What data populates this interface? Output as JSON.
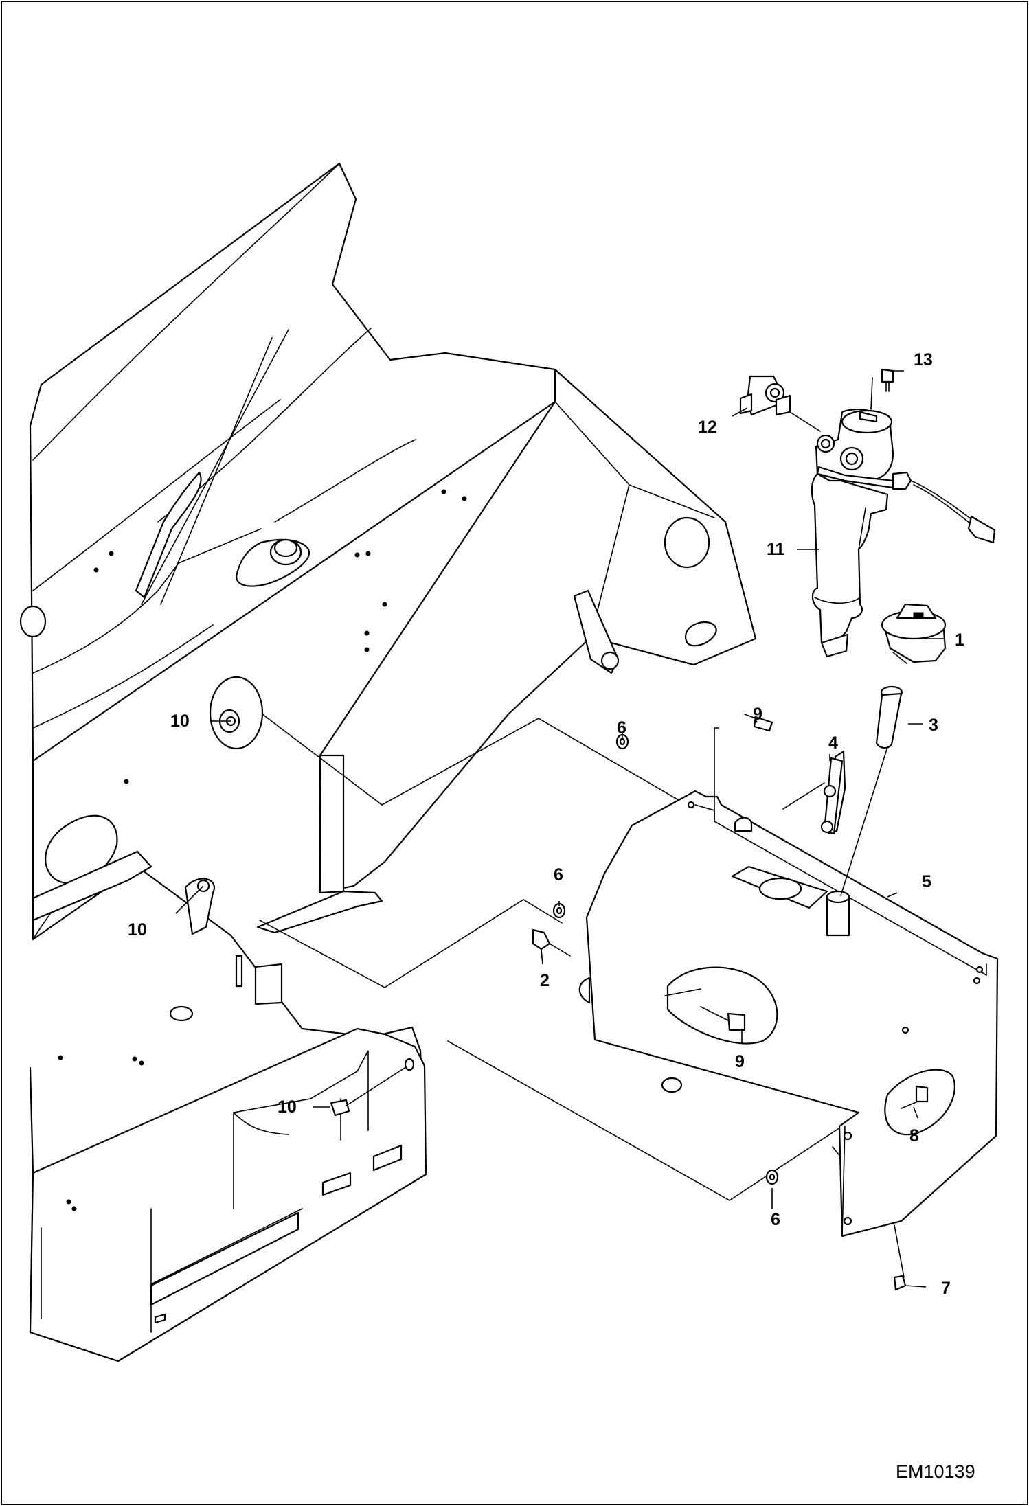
{
  "drawing_id": "EM10139",
  "callouts": {
    "c1": "1",
    "c2": "2",
    "c3": "3",
    "c4": "4",
    "c5": "5",
    "c6a": "6",
    "c6b": "6",
    "c6c": "6",
    "c7": "7",
    "c8": "8",
    "c9a": "9",
    "c9b": "9",
    "c10a": "10",
    "c10b": "10",
    "c10c": "10",
    "c11": "11",
    "c12": "12",
    "c13": "13"
  }
}
